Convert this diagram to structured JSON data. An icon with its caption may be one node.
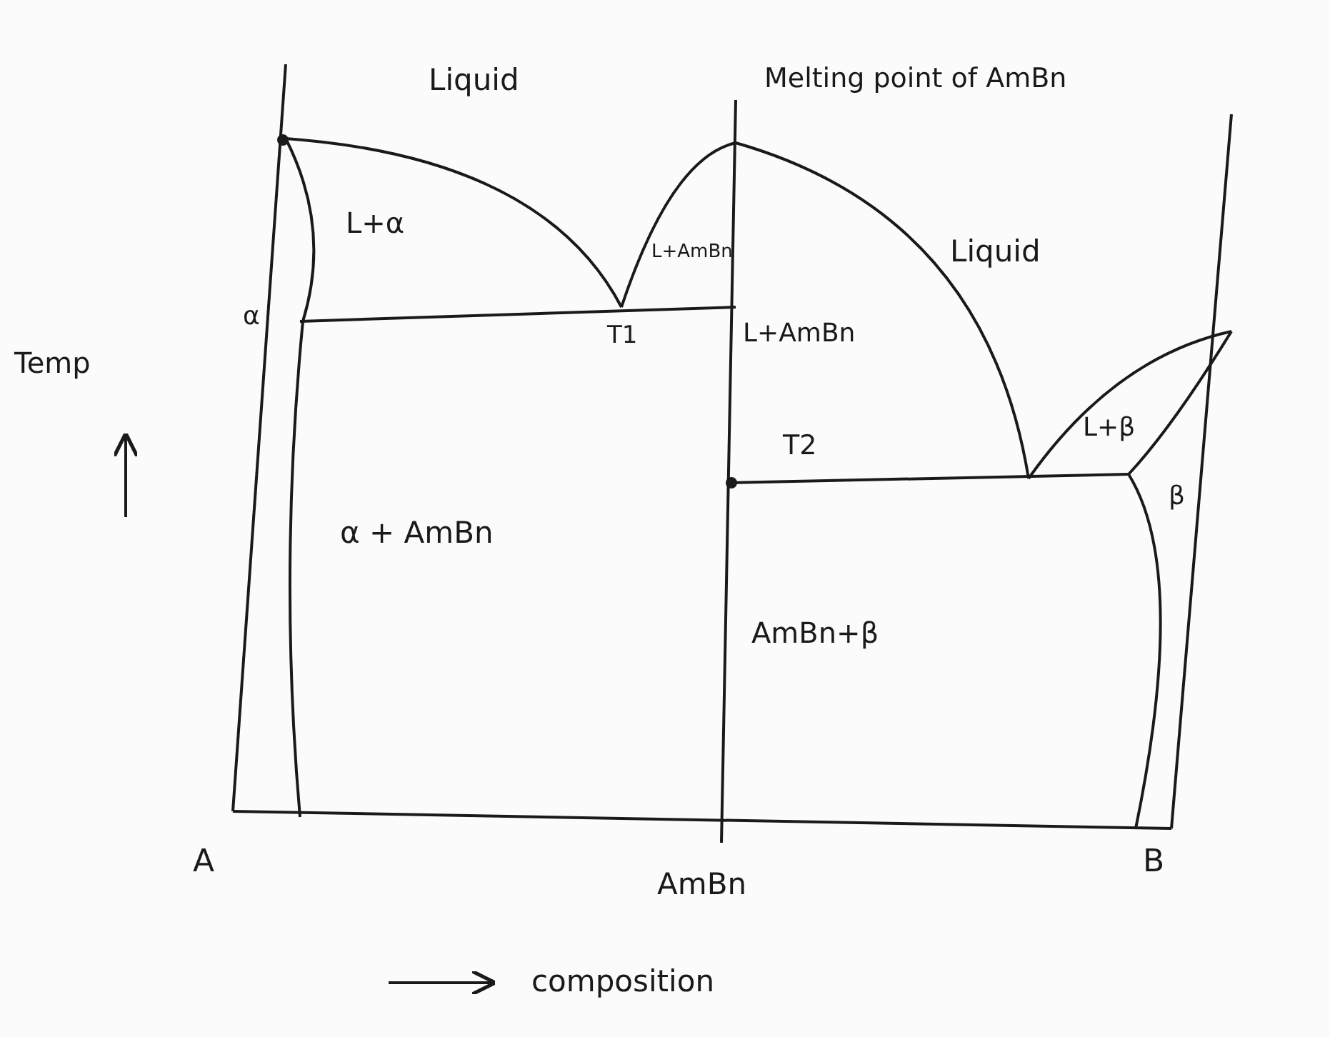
{
  "diagram": {
    "labels": [
      "Liquid",
      "Melting point of AmBn",
      "L+α",
      "L+AmBn",
      "T1",
      "Liquid",
      "α",
      "Temp",
      "L+AmBn",
      "L+β",
      "T2",
      "β",
      "α + AmBn",
      "AmBn+β",
      "A",
      "AmBn",
      "B",
      "composition"
    ]
  }
}
